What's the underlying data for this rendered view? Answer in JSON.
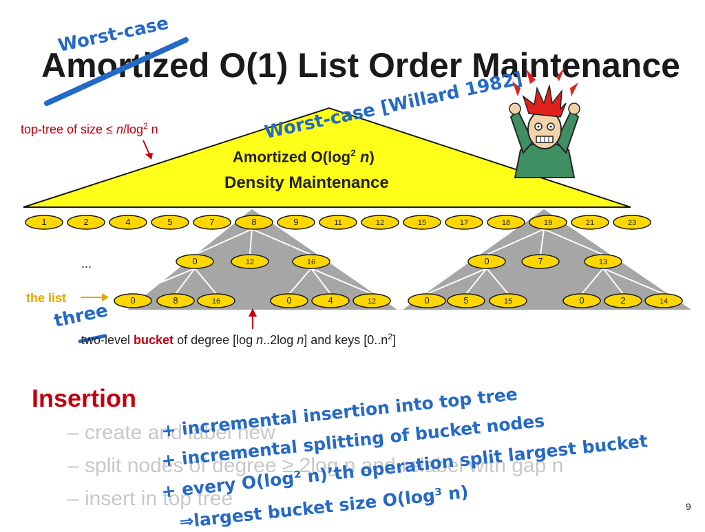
{
  "slide": {
    "title": "Amortized O(1) List Order Maintenance",
    "title_correction": "Worst-case",
    "page_number": "9"
  },
  "top_tree": {
    "note_prefix": "top-tree of size ≤ ",
    "note_n": "n",
    "note_mid": "/log",
    "note_sup": "2",
    "note_suffix": " n",
    "correction": "Worst-case [Willard 1982]",
    "line1_prefix": "Amortized O(log",
    "line1_sup": "2",
    "line1_n": "n",
    "line1_suffix": ")",
    "line2": "Density Maintenance",
    "fill_color": "#ffff1a"
  },
  "list_labels": [
    "1",
    "2",
    "4",
    "5",
    "7",
    "8",
    "9",
    "11",
    "12",
    "15",
    "17",
    "18",
    "19",
    "21",
    "23"
  ],
  "left_bucket": {
    "level1": [
      "0",
      "12",
      "16"
    ],
    "level2": [
      [
        "0",
        "8",
        "16"
      ],
      [
        "0",
        "4",
        "12"
      ]
    ]
  },
  "right_bucket": {
    "level1": [
      "0",
      "7",
      "13"
    ],
    "level2": [
      [
        "0",
        "5",
        "15"
      ],
      [
        "0",
        "2",
        "14"
      ]
    ]
  },
  "bottom_labels": {
    "ellipsis": "...",
    "the_list": "the list",
    "three": "three",
    "bucket_prefix": "two-level ",
    "bucket_bold": "bucket",
    "bucket_mid1": " of degree [log ",
    "bucket_n1": "n",
    "bucket_mid2": "..2log ",
    "bucket_n2": "n",
    "bucket_mid3": "] and keys [0..n",
    "bucket_sup": "2",
    "bucket_suffix": "]"
  },
  "insertion": {
    "heading": "Insertion",
    "bullets": [
      "– create and label new",
      "– split nodes of degree ≥ 2log n and relabel with gap n",
      "– insert in top tree"
    ],
    "handwritten": [
      "+ incremental insertion into top tree",
      "+ incremental splitting of bucket nodes",
      "+ every O(log² n)’th operation split largest bucket",
      "⇒largest bucket size O(log³ n)"
    ]
  },
  "colors": {
    "accent_red": "#c0000f",
    "hand_blue": "#2469c8",
    "node_yellow": "#ffd700",
    "gray_tree": "#a6a6a6"
  }
}
